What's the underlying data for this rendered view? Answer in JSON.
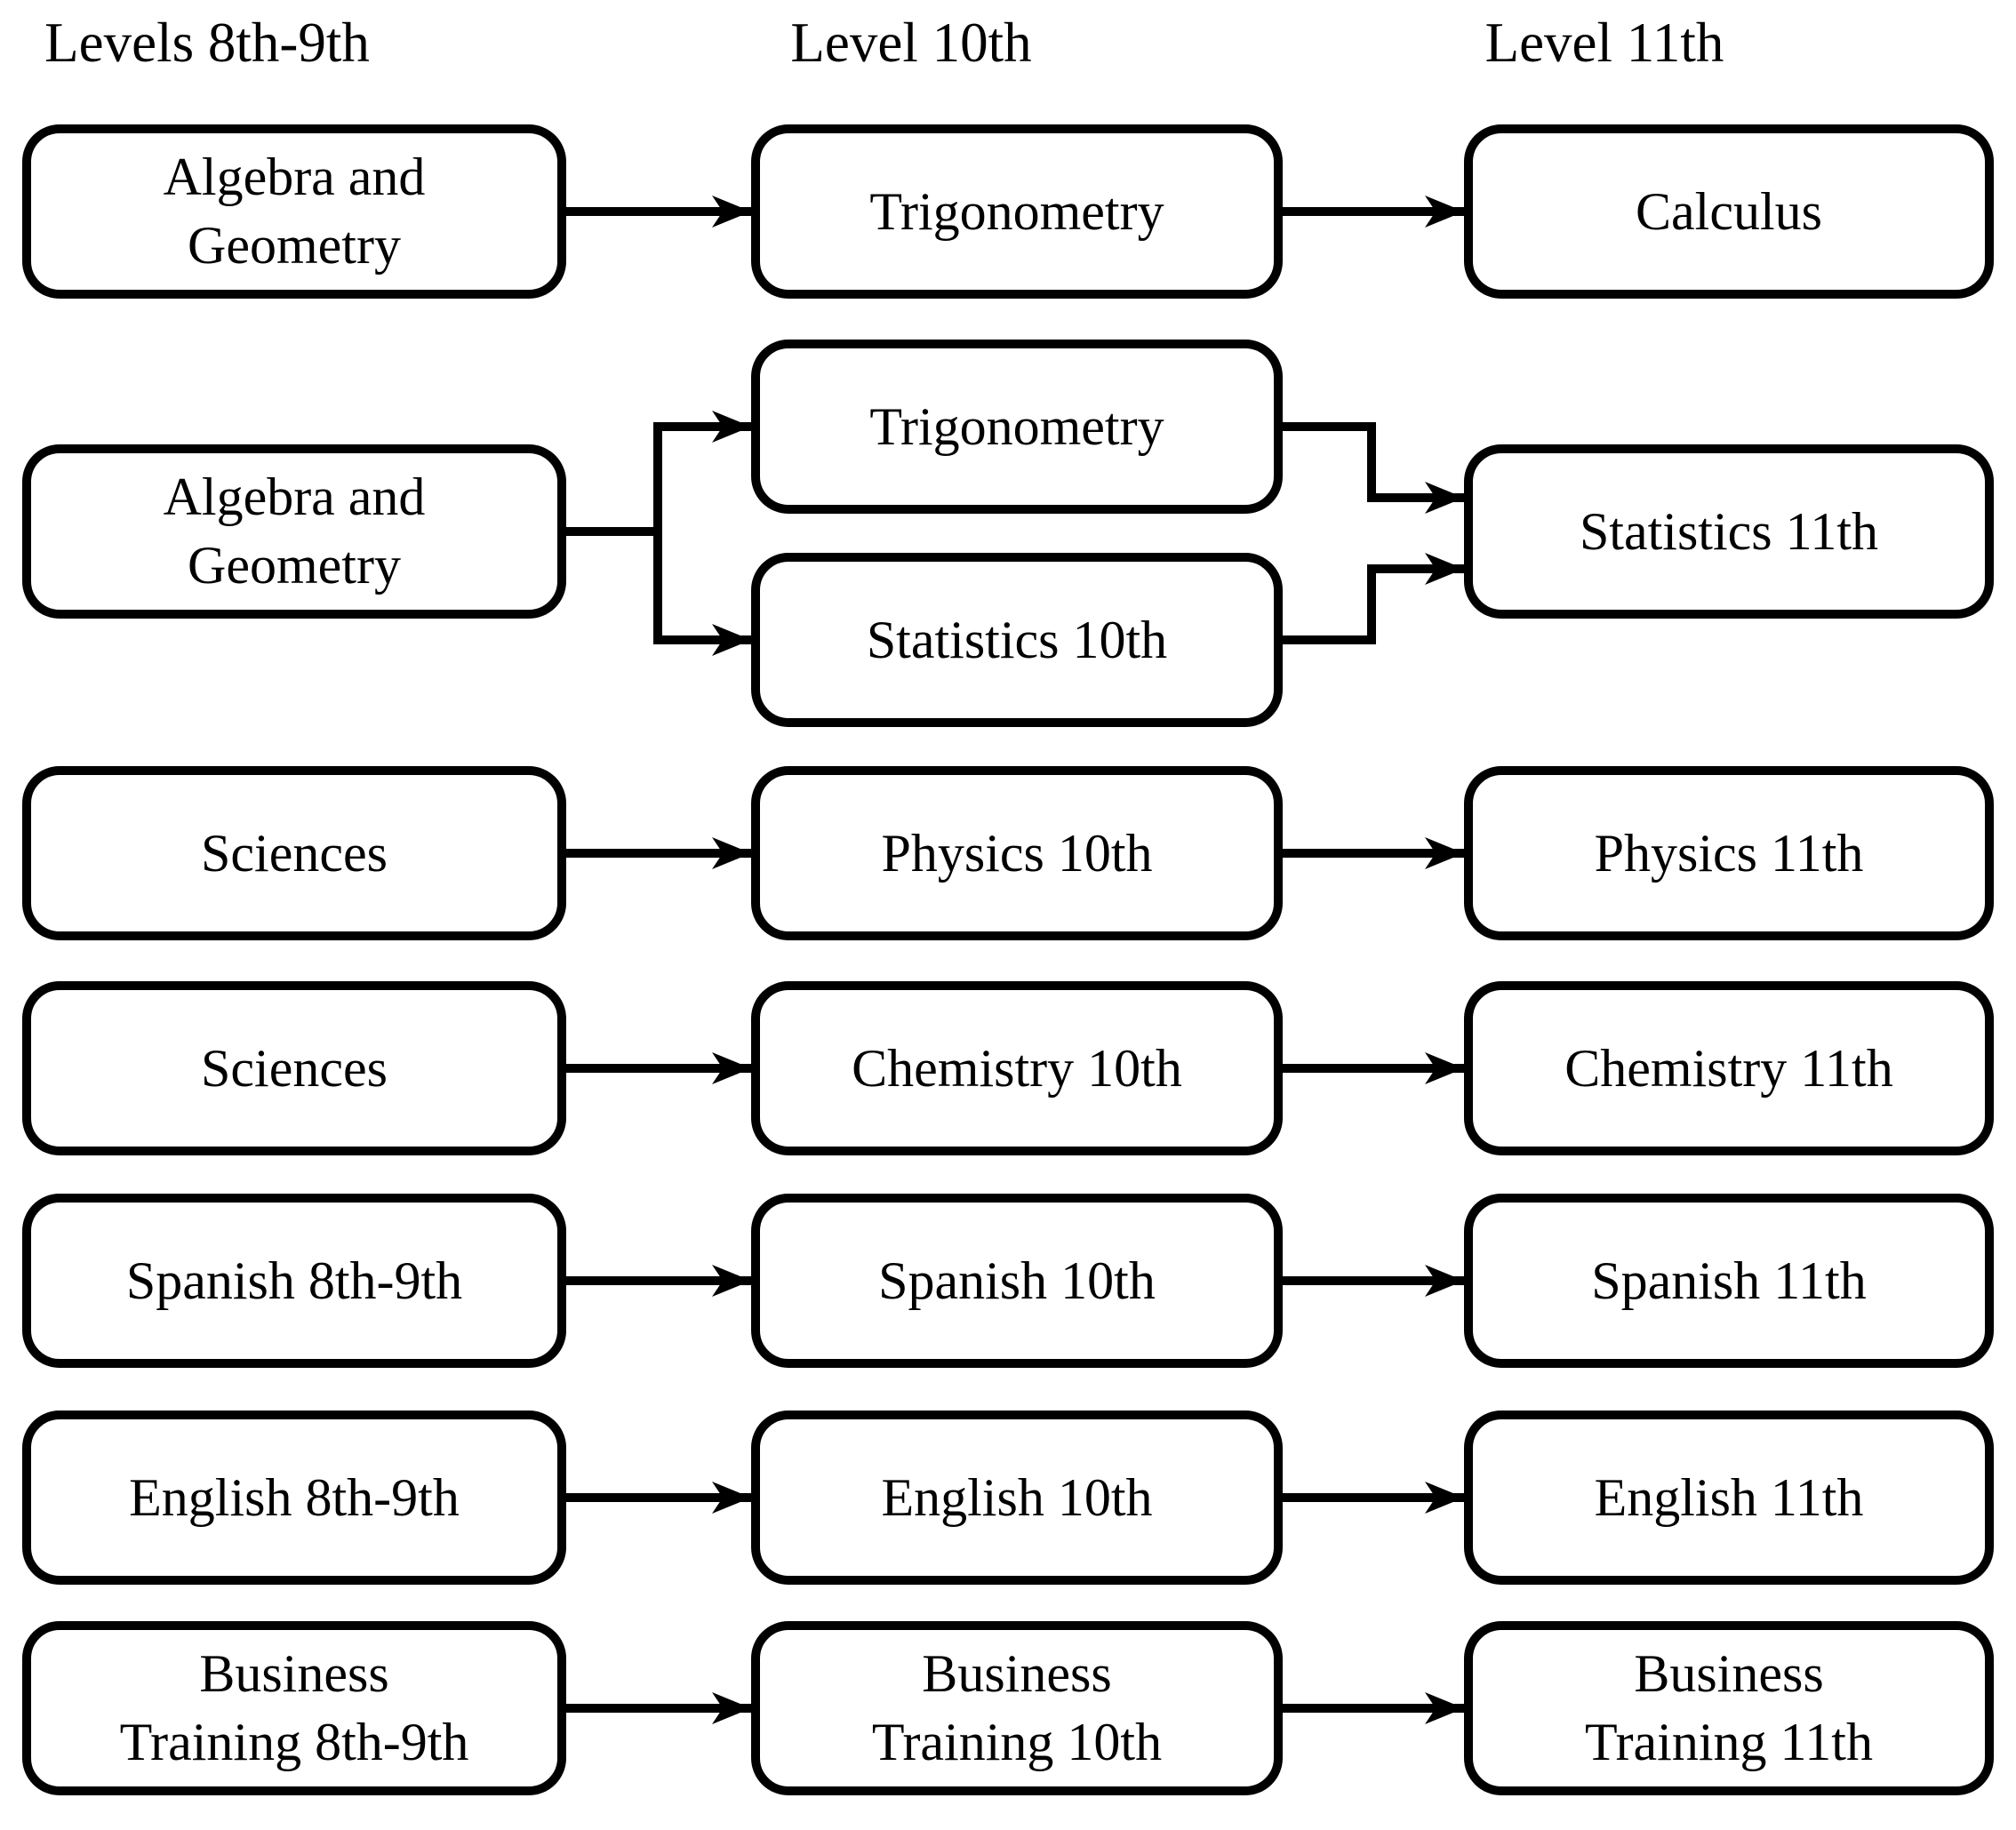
{
  "headers": [
    {
      "label": "Levels 8th-9th"
    },
    {
      "label": "Level 10th"
    },
    {
      "label": "Level 11th"
    }
  ],
  "nodes": {
    "algebra_geometry_a": {
      "label": "Algebra and\nGeometry"
    },
    "trigonometry_a": {
      "label": "Trigonometry"
    },
    "calculus": {
      "label": "Calculus"
    },
    "algebra_geometry_b": {
      "label": "Algebra and\nGeometry"
    },
    "trigonometry_b": {
      "label": "Trigonometry"
    },
    "statistics_10": {
      "label": "Statistics 10th"
    },
    "statistics_11": {
      "label": "Statistics 11th"
    },
    "sciences_a": {
      "label": "Sciences"
    },
    "physics_10": {
      "label": "Physics 10th"
    },
    "physics_11": {
      "label": "Physics 11th"
    },
    "sciences_b": {
      "label": "Sciences"
    },
    "chemistry_10": {
      "label": "Chemistry 10th"
    },
    "chemistry_11": {
      "label": "Chemistry 11th"
    },
    "spanish_8_9": {
      "label": "Spanish 8th-9th"
    },
    "spanish_10": {
      "label": "Spanish 10th"
    },
    "spanish_11": {
      "label": "Spanish 11th"
    },
    "english_8_9": {
      "label": "English 8th-9th"
    },
    "english_10": {
      "label": "English 10th"
    },
    "english_11": {
      "label": "English 11th"
    },
    "business_8_9": {
      "label": "Business\nTraining 8th-9th"
    },
    "business_10": {
      "label": "Business\nTraining 10th"
    },
    "business_11": {
      "label": "Business\nTraining 11th"
    }
  },
  "edges": [
    {
      "from": "Algebra and Geometry (8th-9th, row 1)",
      "to": "Trigonometry (10th, row 1)"
    },
    {
      "from": "Trigonometry (10th, row 1)",
      "to": "Calculus"
    },
    {
      "from": "Algebra and Geometry (8th-9th, row 2)",
      "to": "Trigonometry (10th, row 2)"
    },
    {
      "from": "Algebra and Geometry (8th-9th, row 2)",
      "to": "Statistics 10th"
    },
    {
      "from": "Trigonometry (10th, row 2)",
      "to": "Statistics 11th"
    },
    {
      "from": "Statistics 10th",
      "to": "Statistics 11th"
    },
    {
      "from": "Sciences (row 3)",
      "to": "Physics 10th"
    },
    {
      "from": "Physics 10th",
      "to": "Physics 11th"
    },
    {
      "from": "Sciences (row 4)",
      "to": "Chemistry 10th"
    },
    {
      "from": "Chemistry 10th",
      "to": "Chemistry 11th"
    },
    {
      "from": "Spanish 8th-9th",
      "to": "Spanish 10th"
    },
    {
      "from": "Spanish 10th",
      "to": "Spanish 11th"
    },
    {
      "from": "English 8th-9th",
      "to": "English 10th"
    },
    {
      "from": "English 10th",
      "to": "English 11th"
    },
    {
      "from": "Business Training 8th-9th",
      "to": "Business Training 10th"
    },
    {
      "from": "Business Training 10th",
      "to": "Business Training 11th"
    }
  ],
  "colors": {
    "ink": "#000000",
    "background": "#ffffff"
  }
}
